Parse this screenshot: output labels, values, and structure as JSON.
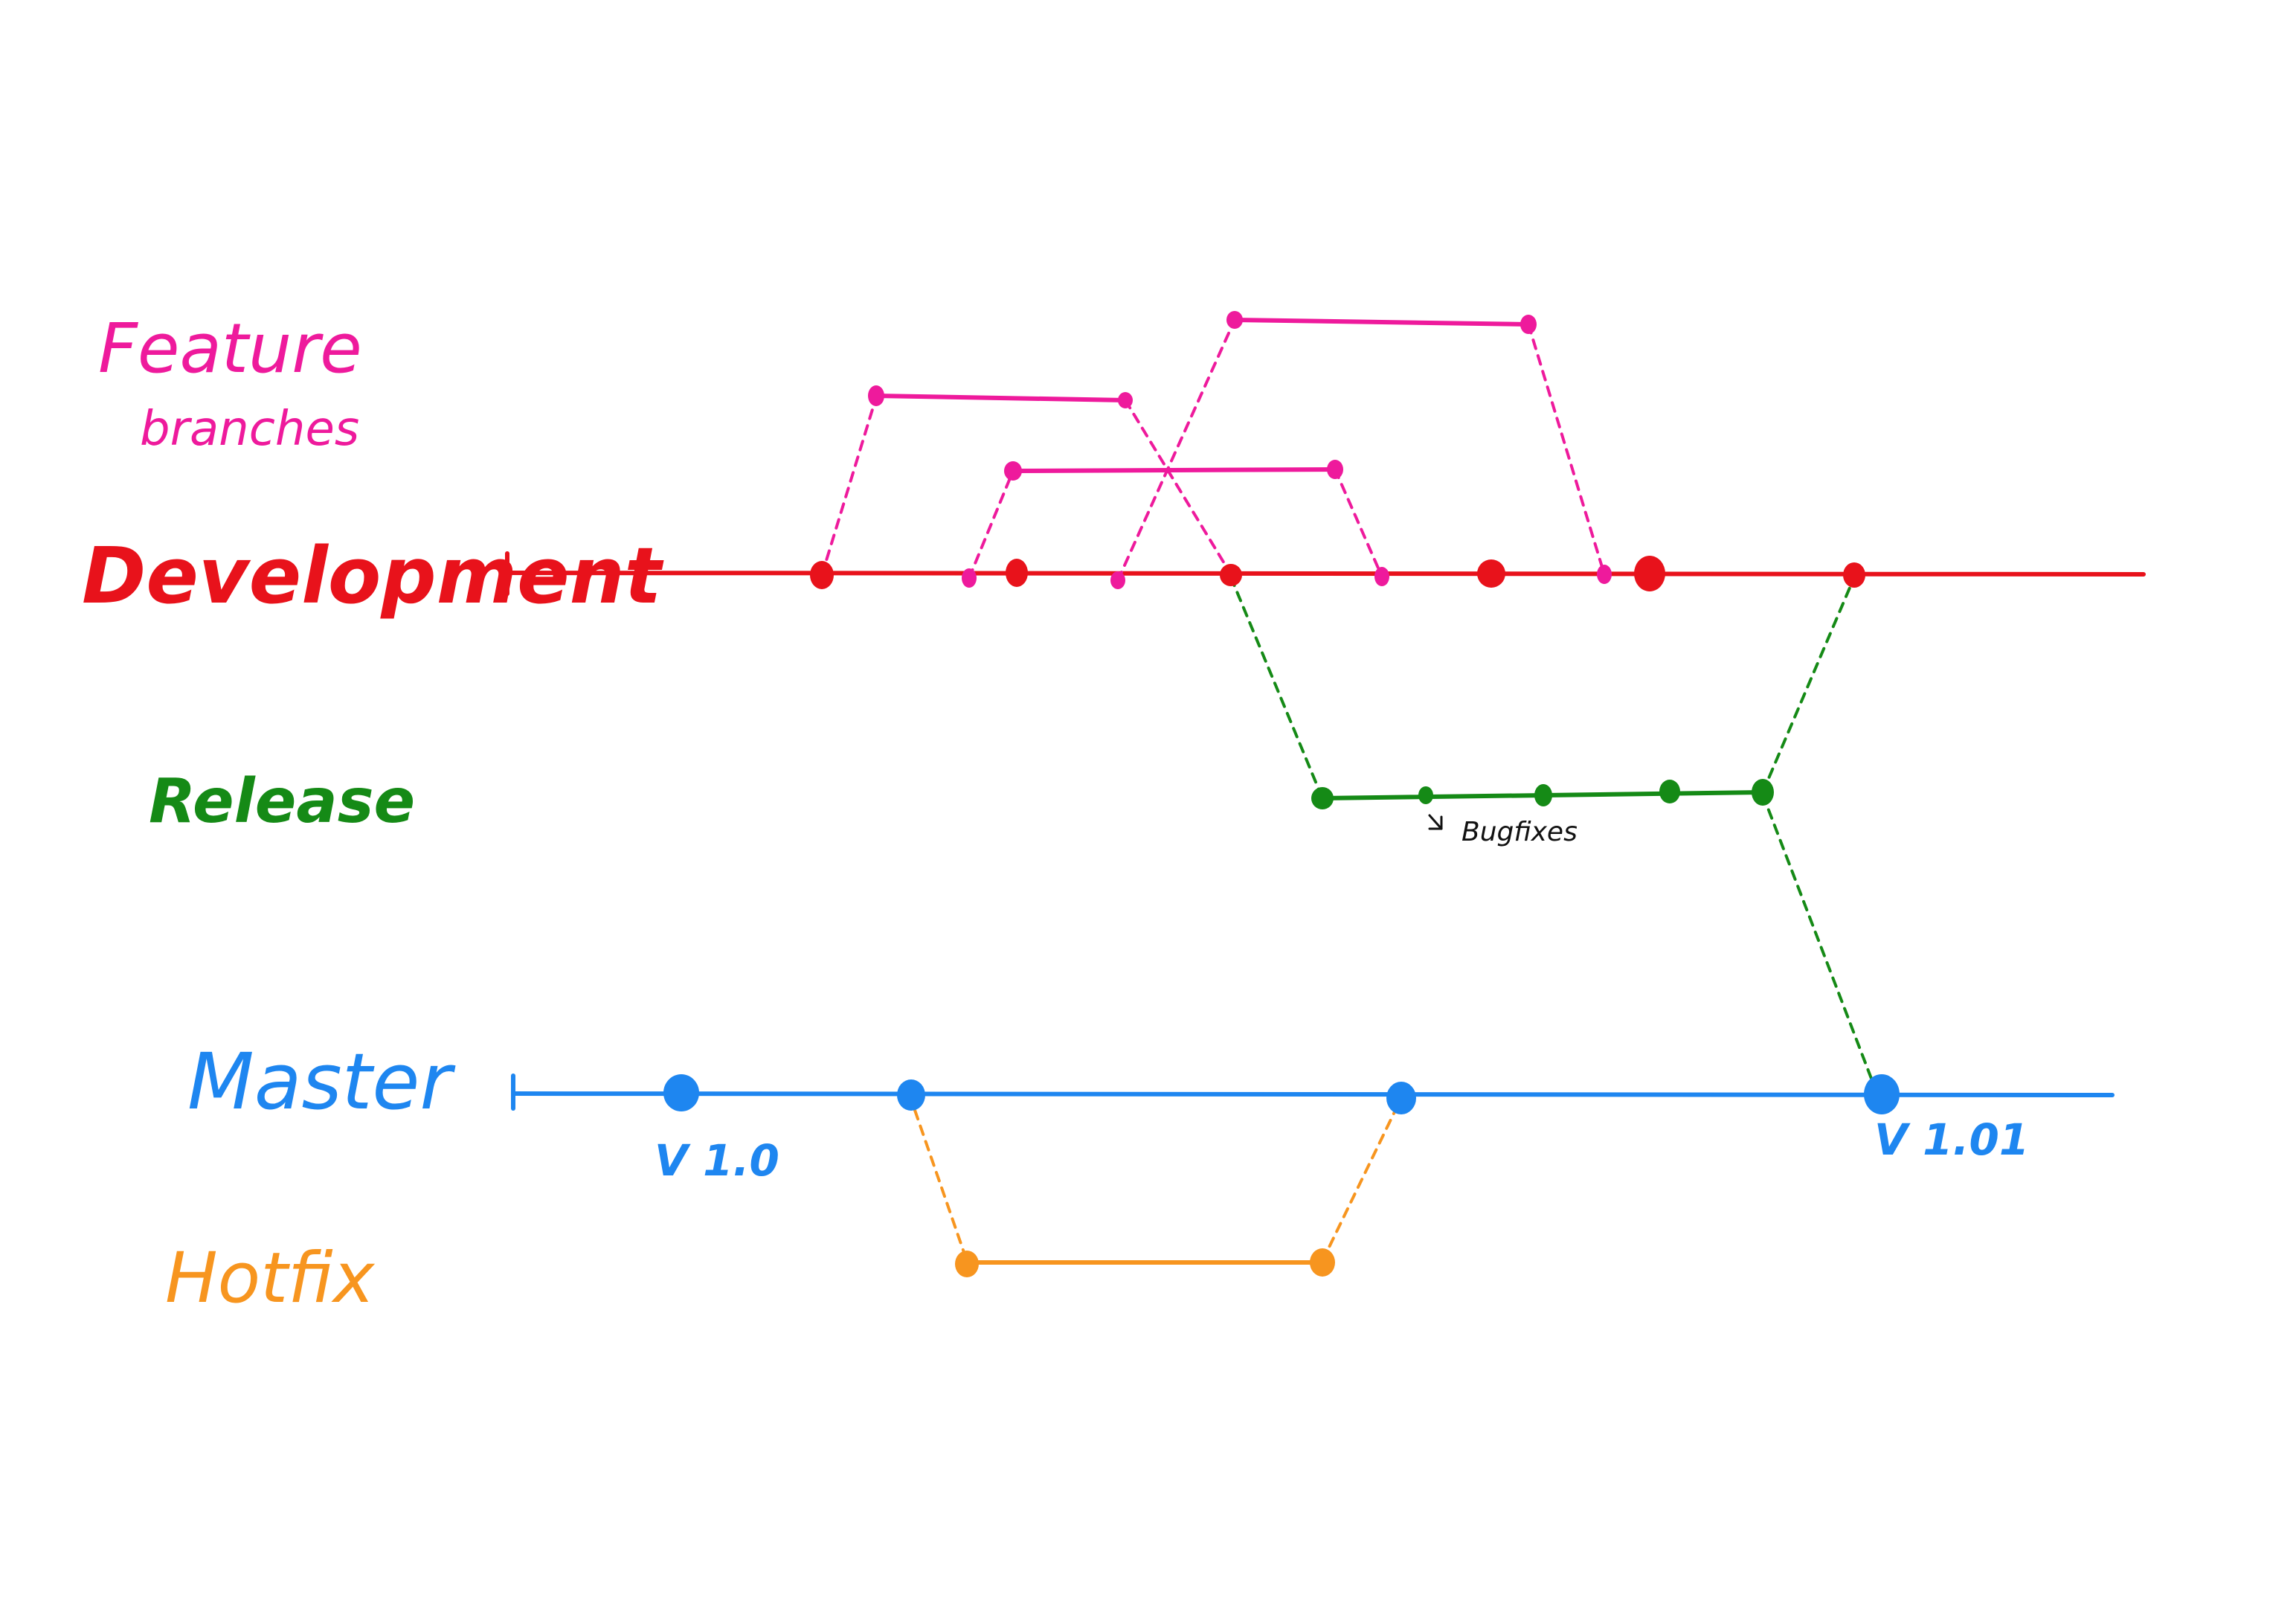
{
  "labels": {
    "feature_line1": "Feature",
    "feature_line2": "branches",
    "development": "Development",
    "release": "Release",
    "master": "Master",
    "hotfix": "Hotfix",
    "version_start": "V 1.0",
    "version_end": "V 1.01",
    "bugfixes_note": "Bugfixes"
  },
  "colors": {
    "feature": "#ee1a9c",
    "development": "#e8121b",
    "release": "#158a16",
    "master": "#1e86f0",
    "hotfix": "#f7951f",
    "note": "#111111"
  },
  "icons": {
    "bugfix_pointer": "arrow-down-right-icon"
  }
}
